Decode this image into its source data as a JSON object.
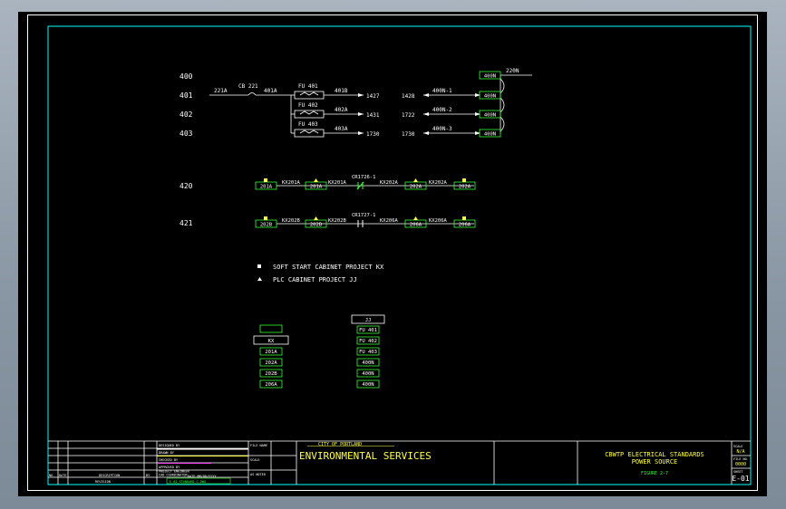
{
  "colors": {
    "line": "#ffffff",
    "green": "#33ff33",
    "yellow": "#ffff44",
    "cyan": "#00ffff",
    "red": "#ff3333",
    "magenta": "#ff44ff"
  },
  "rungs": [
    {
      "id": "r400",
      "label": "400"
    },
    {
      "id": "r401",
      "label": "401"
    },
    {
      "id": "r402",
      "label": "402"
    },
    {
      "id": "r403",
      "label": "403"
    },
    {
      "id": "r420",
      "label": "420"
    },
    {
      "id": "r421",
      "label": "421"
    }
  ],
  "power": {
    "wire_221a": "221A",
    "breaker": "CB 221",
    "wire_401a": "401A",
    "fuses": [
      "FU 401",
      "FU 402",
      "FU 403"
    ],
    "fuse_out": [
      "401B",
      "402A",
      "403A"
    ],
    "terms_left": [
      "1427",
      "1431",
      "1730"
    ],
    "terms_right": [
      "1428",
      "1722",
      "1730"
    ],
    "neutral_wires": [
      "400N-1",
      "400N-2",
      "400N-3"
    ],
    "neutral_boxes": [
      "400N",
      "400N",
      "400N",
      "400N"
    ],
    "neutral_top": "220N"
  },
  "rung420": {
    "boxes": [
      "201A",
      "201A",
      "202A",
      "202A"
    ],
    "wires": [
      "KX201A",
      "KX201A",
      "KX202A",
      "KX202A"
    ],
    "contact": "CR1726-1"
  },
  "rung421": {
    "boxes": [
      "202B",
      "202B",
      "206A",
      "206A"
    ],
    "wires": [
      "KX202B",
      "KX202B",
      "KX206A",
      "KX206A"
    ],
    "contact": "CR1727-1"
  },
  "legend": [
    {
      "marker": "square",
      "text": "SOFT START CABINET PROJECT KX"
    },
    {
      "marker": "triangle",
      "text": "PLC CABINET PROJECT JJ"
    }
  ],
  "tables": {
    "kx": {
      "header": "KX",
      "items": [
        "201A",
        "202A",
        "202B",
        "206A"
      ]
    },
    "jj": {
      "header": "JJ",
      "items": [
        "FU 401",
        "FU 402",
        "FU 403",
        "400N",
        "400N",
        "400N"
      ]
    }
  },
  "title_block": {
    "revision_header": "REVISION",
    "rev_cols": [
      "NO.",
      "DATE",
      "DESCRIPTION",
      "BY"
    ],
    "sign_rows": [
      "DESIGNED BY",
      "DRAWN BY",
      "CHECKED BY",
      "APPROVED BY",
      "PROJECT ENGINEER",
      "CAD COORDINATOR"
    ],
    "date_header": "DATE MM/DD/YYYY",
    "date_label": "FILE NAME",
    "date_value": "E-01_STANDARD_C.DWG",
    "scale_label": "SCALE",
    "scale_value": "AS NOTED",
    "city": "CITY OF PORTLAND",
    "bureau": "ENVIRONMENTAL SERVICES",
    "title_line1": "CBWTP ELECTRICAL STANDARDS",
    "title_line2": "POWER SOURCE",
    "figure": "FIGURE 2-7",
    "sheet_scale_label": "SCALE",
    "sheet_scale": "N/A",
    "file_no_label": "FILE NO.",
    "file_no": "0000",
    "sheet_label": "SHEET",
    "sheet_no": "E-01"
  }
}
